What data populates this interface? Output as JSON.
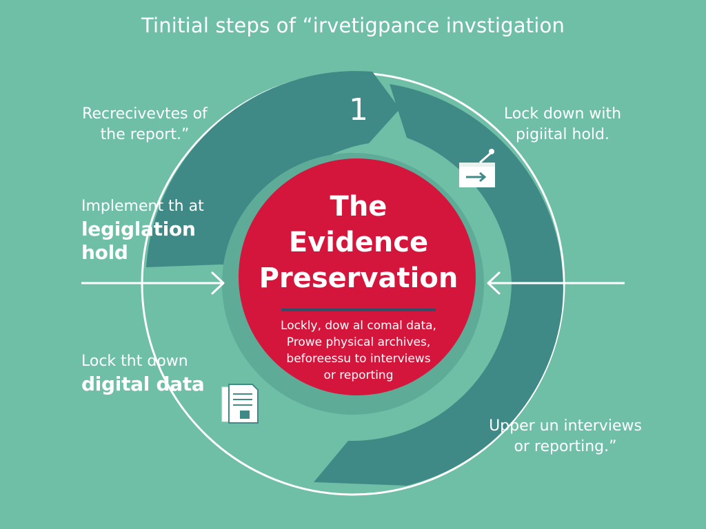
{
  "title": "Tinitial steps of “irvetigpance invstigation",
  "colors": {
    "background": "#6fbfa6",
    "ring": "#3f8a86",
    "hub": "#d4163c",
    "text": "#ffffff",
    "underline": "#2f4f6a"
  },
  "step_number": "1",
  "hub": {
    "title_lines": [
      "The",
      "Evidence",
      "Preservation"
    ],
    "description_lines": [
      "Lockly, dow al comal data,",
      "Prowe physical archives,",
      "beforeessu to interviews",
      "or reporting"
    ]
  },
  "labels": {
    "top_left": [
      "Recrecivevtes of",
      "the report.”"
    ],
    "top_right": [
      "Lock down with",
      "pigiital hold."
    ],
    "mid_left_small": "Implement th at",
    "mid_left_bold": [
      "legiglation",
      "hold"
    ],
    "bottom_left_small": "Lock tht down",
    "bottom_left_bold": "digital data",
    "bottom_right": [
      "Upper un interviews",
      "or reporting.”"
    ]
  },
  "icons": [
    "ballot-box-icon",
    "document-icon"
  ]
}
